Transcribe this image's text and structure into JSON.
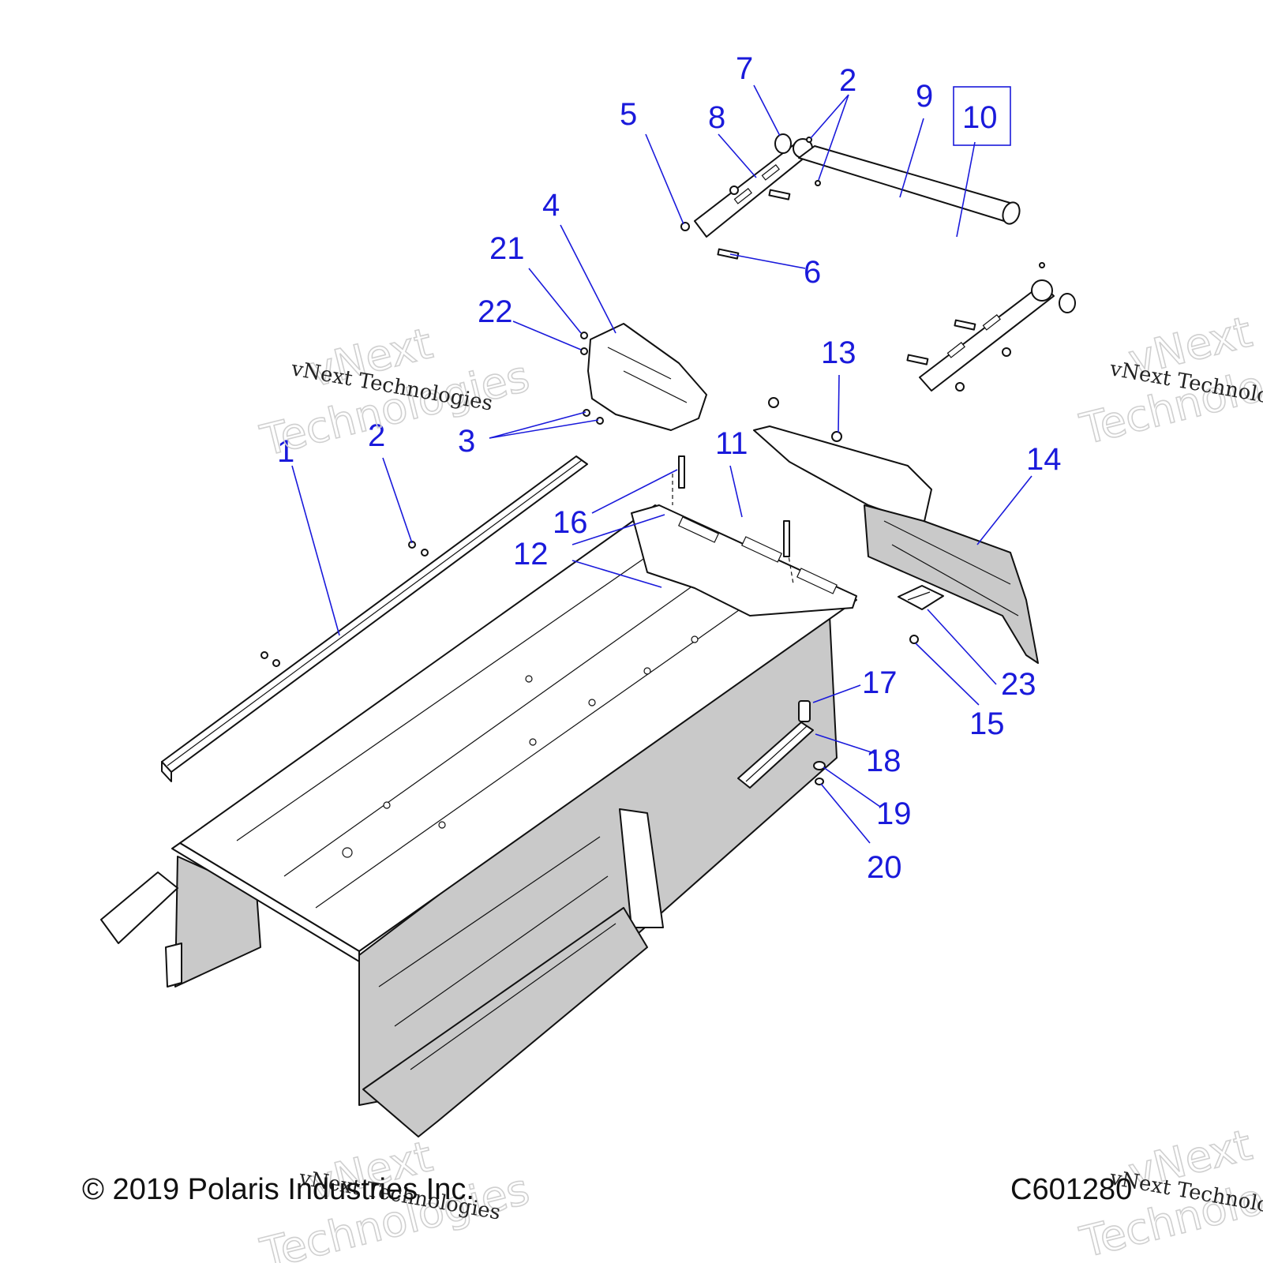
{
  "callouts": [
    {
      "id": "c1",
      "text": "1"
    },
    {
      "id": "c2a",
      "text": "2"
    },
    {
      "id": "c2b",
      "text": "2"
    },
    {
      "id": "c3",
      "text": "3"
    },
    {
      "id": "c4",
      "text": "4"
    },
    {
      "id": "c5",
      "text": "5"
    },
    {
      "id": "c6",
      "text": "6"
    },
    {
      "id": "c7",
      "text": "7"
    },
    {
      "id": "c8",
      "text": "8"
    },
    {
      "id": "c9",
      "text": "9"
    },
    {
      "id": "c10",
      "text": "10"
    },
    {
      "id": "c11",
      "text": "11"
    },
    {
      "id": "c12",
      "text": "12"
    },
    {
      "id": "c13",
      "text": "13"
    },
    {
      "id": "c14",
      "text": "14"
    },
    {
      "id": "c15",
      "text": "15"
    },
    {
      "id": "c16",
      "text": "16"
    },
    {
      "id": "c17",
      "text": "17"
    },
    {
      "id": "c18",
      "text": "18"
    },
    {
      "id": "c19",
      "text": "19"
    },
    {
      "id": "c20",
      "text": "20"
    },
    {
      "id": "c21",
      "text": "21"
    },
    {
      "id": "c22",
      "text": "22"
    },
    {
      "id": "c23",
      "text": "23"
    }
  ],
  "watermark": {
    "line1": "vNext",
    "line2": "Technologies",
    "caption": "vNext Technologies"
  },
  "footer": {
    "copyright": "© 2019 Polaris Industries Inc.",
    "drawing_code": "C601280"
  },
  "colors": {
    "callout": "#1a1adb",
    "line": "#111111",
    "shade": "#c9c9c9"
  }
}
